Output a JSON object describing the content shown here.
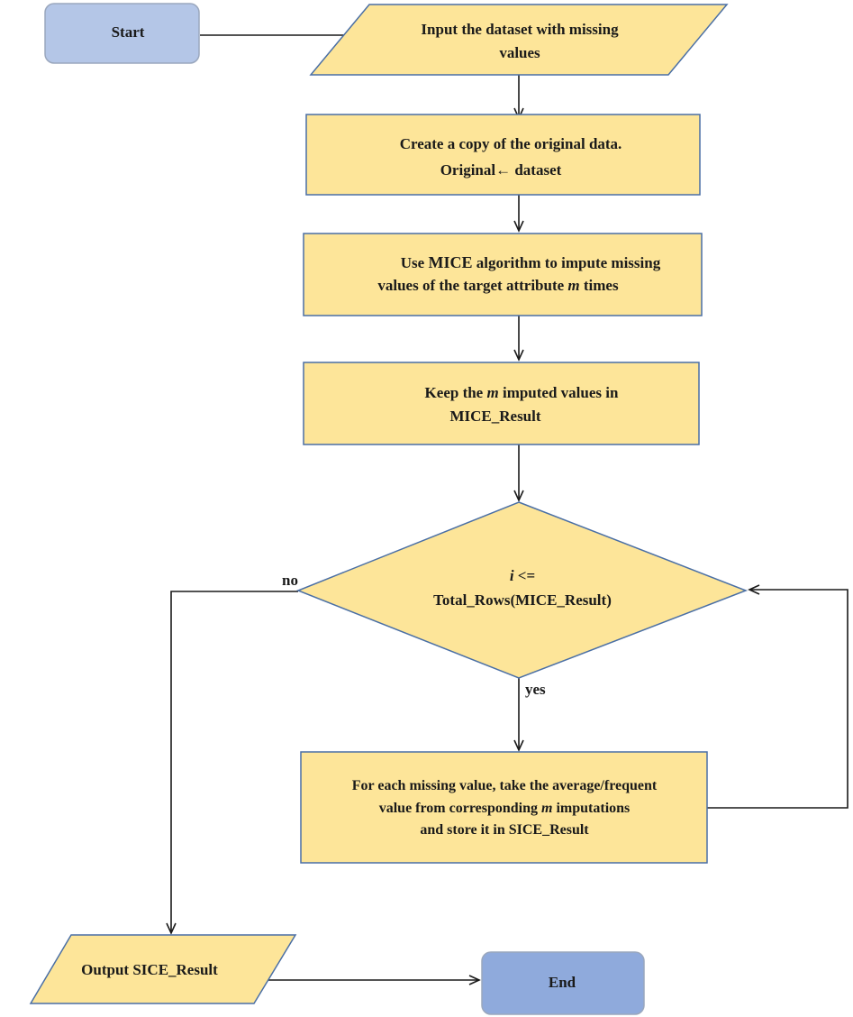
{
  "nodes": {
    "start": {
      "label": "Start"
    },
    "input": {
      "line1": "Input the dataset with missing",
      "line2": "values"
    },
    "copy": {
      "line1": "Create a copy of the original data.",
      "line2": "Original← dataset"
    },
    "mice": {
      "line1_pre": "Use ",
      "line1_bold": "MICE",
      "line1_post": " algorithm to impute missing",
      "line2_pre": "values of the target attribute ",
      "line2_var": "m",
      "line2_post": " times"
    },
    "keep": {
      "line1_pre": "Keep the ",
      "line1_var": "m",
      "line1_post": " imputed values in",
      "line2": "MICE_Result"
    },
    "decision": {
      "line1_var": "i",
      "line1_post": " <=",
      "line2": "Total_Rows(MICE_Result)"
    },
    "average": {
      "line1": "For each missing value, take the average/frequent",
      "line2_pre": "value from corresponding ",
      "line2_var": "m",
      "line2_post": " imputations",
      "line3": "and store it in SICE_Result"
    },
    "output": {
      "pre": "Output ",
      "bold": "SICE_Result"
    },
    "end": {
      "label": "End"
    }
  },
  "edge_labels": {
    "no": "no",
    "yes": "yes"
  },
  "colors": {
    "terminal_fill": "#b4c6e7",
    "terminal_stroke": "#9aa7bd",
    "process_fill": "#fde599",
    "process_stroke": "#4a6fa5",
    "edge": "#1a1a1a"
  }
}
